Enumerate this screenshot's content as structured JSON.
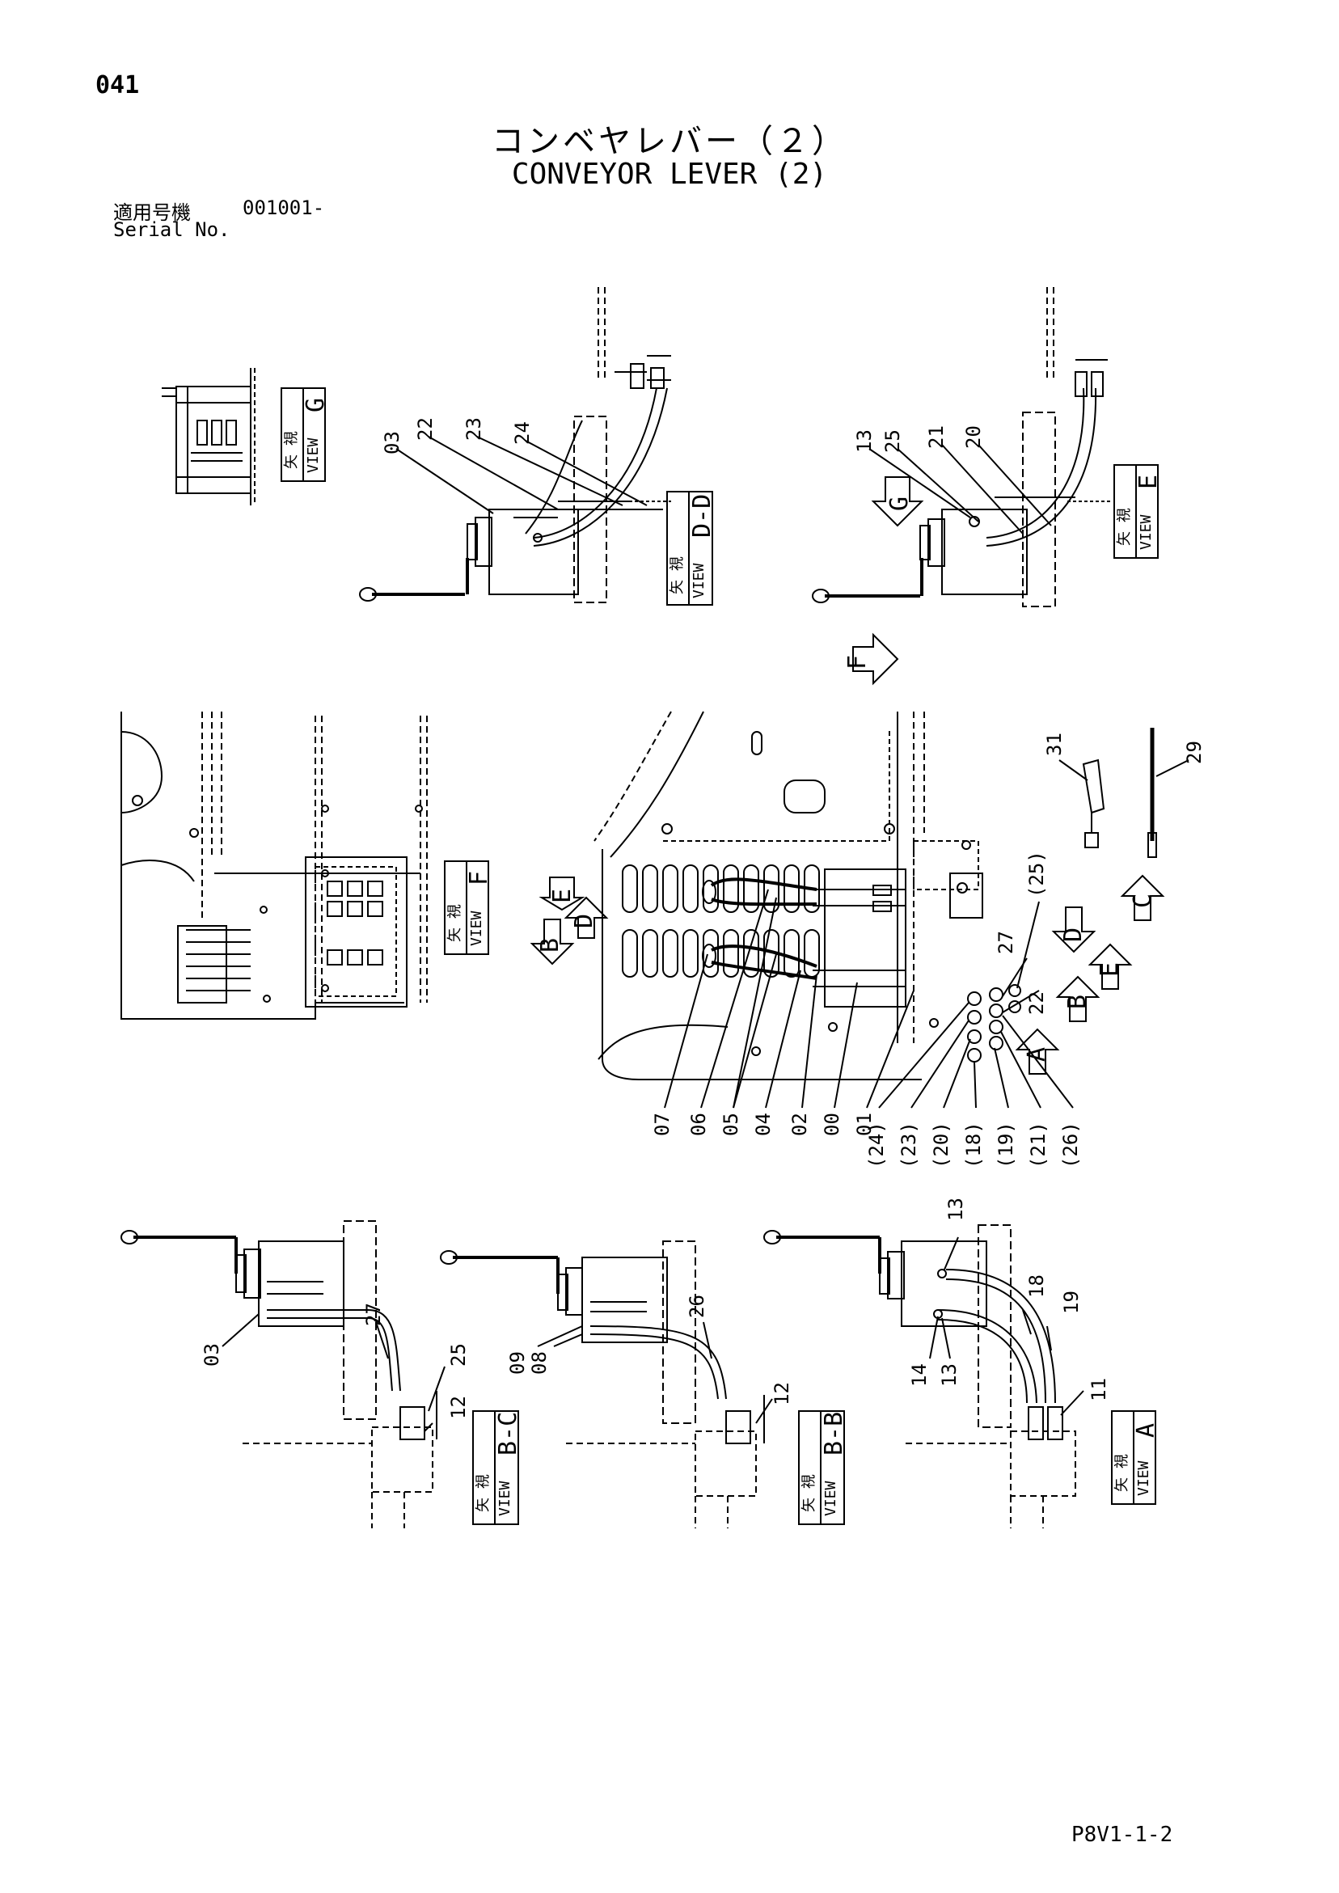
{
  "header": {
    "page_number": "041",
    "title_jp": "コンベヤレバー（２）",
    "title_en": "CONVEYOR LEVER (2)",
    "serial_label_jp": "適用号機",
    "serial_value": "001001-",
    "serial_label_en": "Serial No."
  },
  "footer": {
    "code": "P8V1-1-2"
  },
  "views": {
    "g": {
      "jp": "矢 視",
      "en": "VIEW",
      "letter": "G"
    },
    "dd": {
      "jp": "矢 視",
      "en": "VIEW",
      "letter": "D-D"
    },
    "e": {
      "jp": "矢 視",
      "en": "VIEW",
      "letter": "E"
    },
    "f": {
      "jp": "矢 視",
      "en": "VIEW",
      "letter": "F"
    },
    "bc": {
      "jp": "矢 視",
      "en": "VIEW",
      "letter": "B-C"
    },
    "bb": {
      "jp": "矢 視",
      "en": "VIEW",
      "letter": "B-B"
    },
    "a": {
      "jp": "矢 視",
      "en": "VIEW",
      "letter": "A"
    }
  },
  "arrows": {
    "g": "G",
    "f": "F",
    "e1": "E",
    "d1": "D",
    "b1": "B",
    "d2": "D",
    "c": "C",
    "e2": "E",
    "b2": "B",
    "a": "A"
  },
  "labels": {
    "dd": [
      "03",
      "22",
      "23",
      "24"
    ],
    "e": [
      "13",
      "25",
      "21",
      "20"
    ],
    "plan_parts": [
      "07",
      "06",
      "05",
      "04",
      "02",
      "00",
      "01"
    ],
    "plan_paren": [
      "(24)",
      "(23)",
      "(20)",
      "(18)",
      "(19)",
      "(21)",
      "(26)"
    ],
    "plan_right": [
      "(25)",
      "27",
      "22"
    ],
    "loose": [
      "31",
      "29"
    ],
    "bc": [
      "03",
      "27",
      "25",
      "12"
    ],
    "bb": [
      "09",
      "08",
      "26",
      "12"
    ],
    "a": [
      "13",
      "18",
      "19",
      "14",
      "13",
      "11"
    ]
  }
}
